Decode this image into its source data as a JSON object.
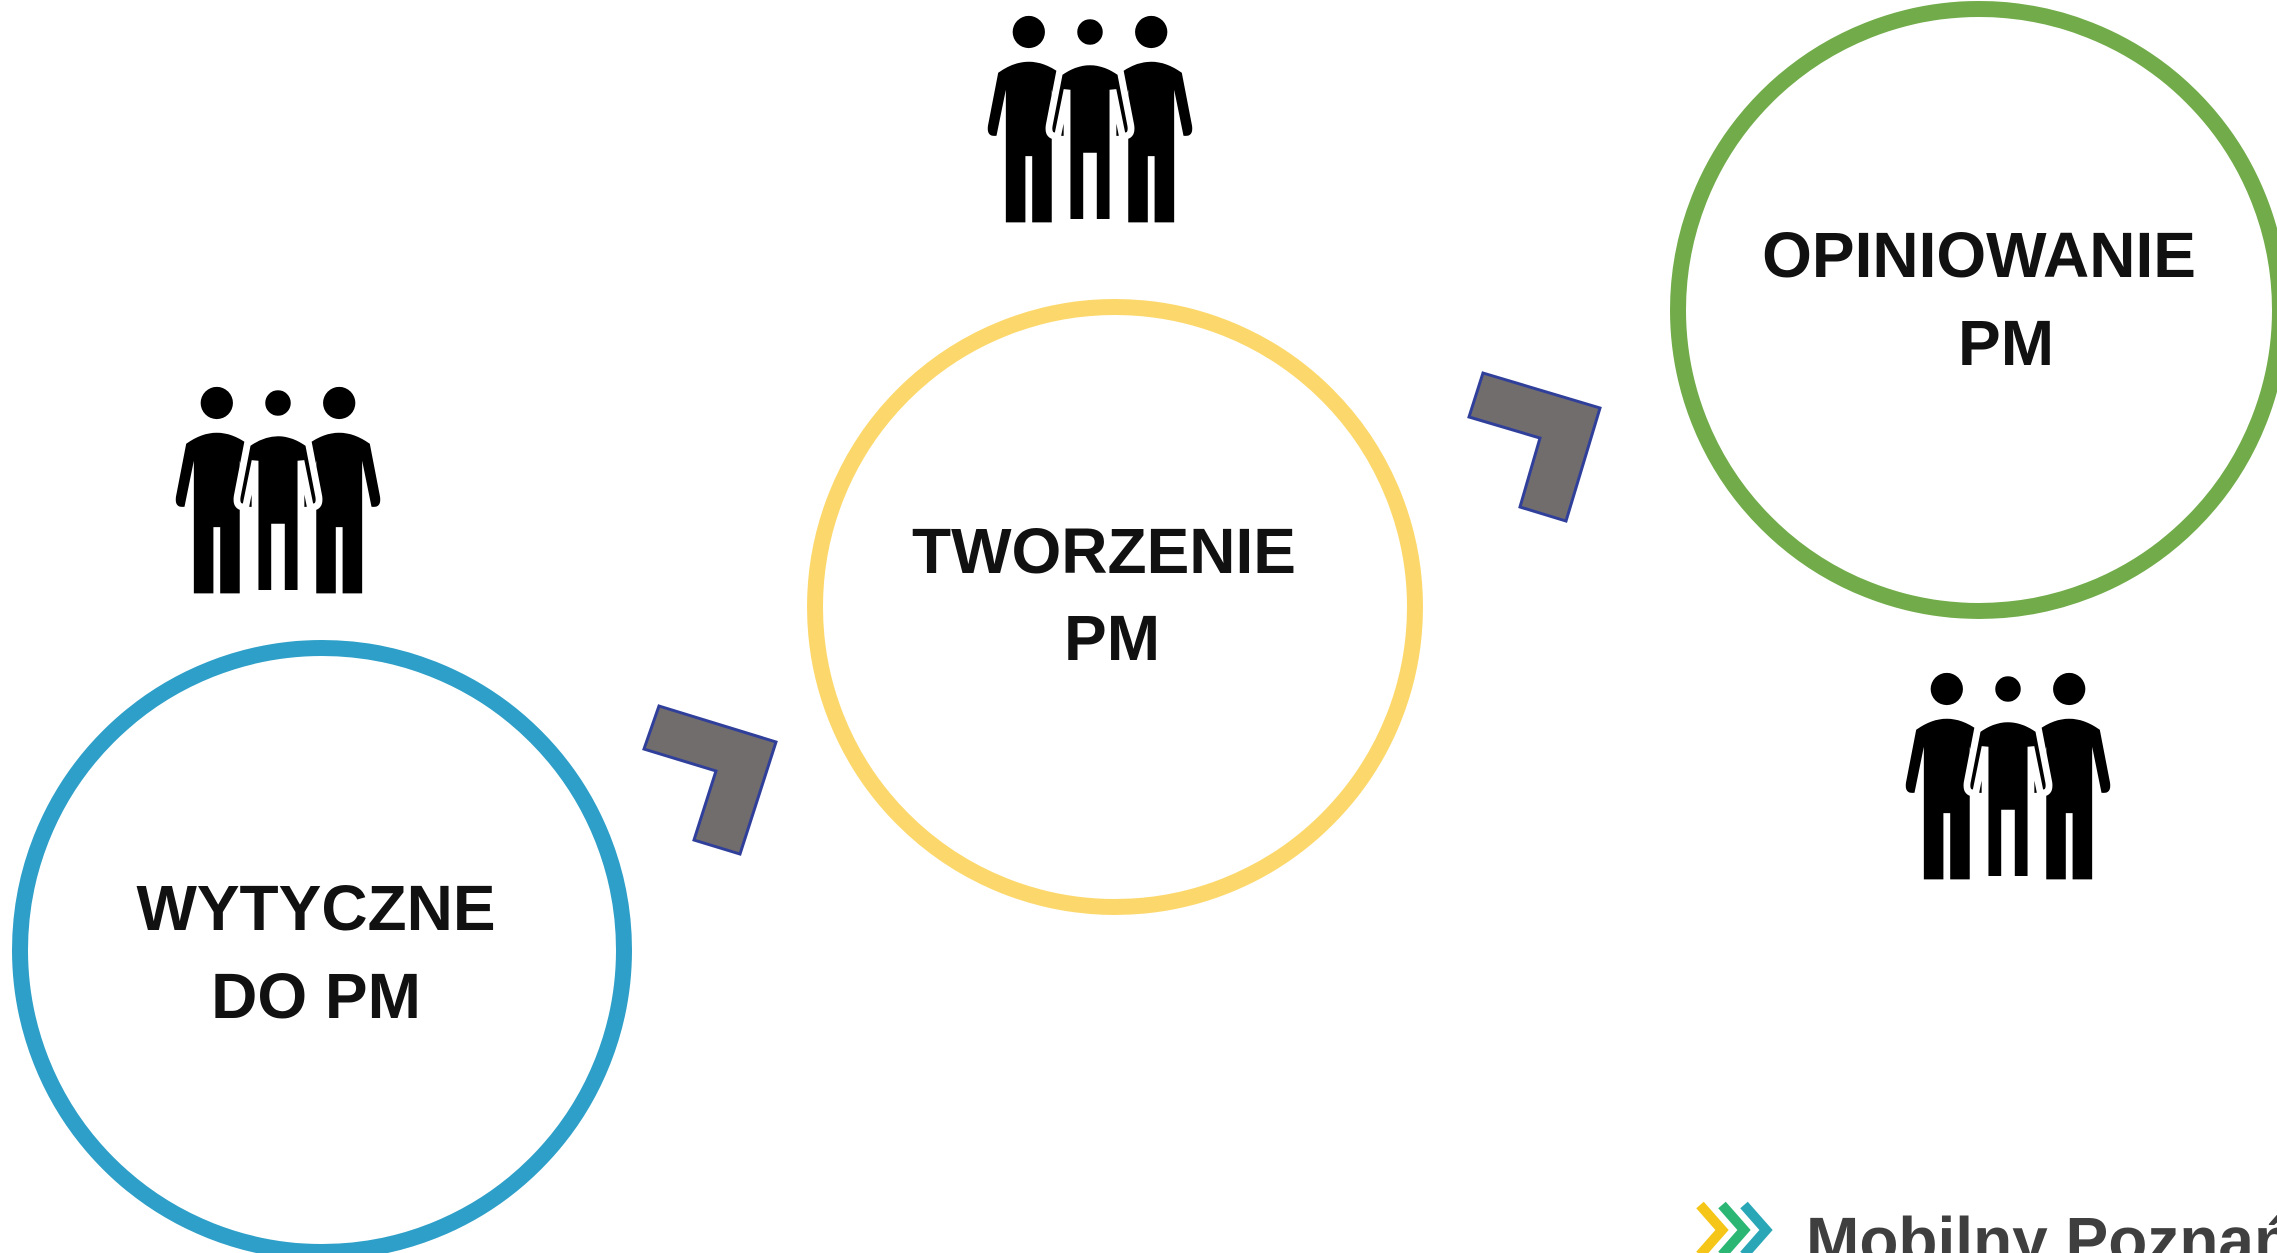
{
  "stages": [
    {
      "id": "wytyczne",
      "line1": "WYTYCZNE",
      "line2": "DO PM",
      "color": "#2e9fc8"
    },
    {
      "id": "tworzenie",
      "line1": "TWORZENIE",
      "line2": "PM",
      "color": "#fcd86c"
    },
    {
      "id": "opiniowanie",
      "line1": "OPINIOWANIE",
      "line2": "PM",
      "color": "#72ac4a"
    }
  ],
  "icons": {
    "people": "people-group-icon",
    "arrow": "chevron-arrow-icon"
  },
  "colors": {
    "arrow_fill": "#726d6d",
    "arrow_stroke": "#30409a",
    "people": "#000000",
    "logo_yellow": "#f5c518",
    "logo_green": "#2bb673",
    "logo_teal": "#2aa7b7"
  },
  "brand": {
    "name": "Mobilny Poznań"
  }
}
